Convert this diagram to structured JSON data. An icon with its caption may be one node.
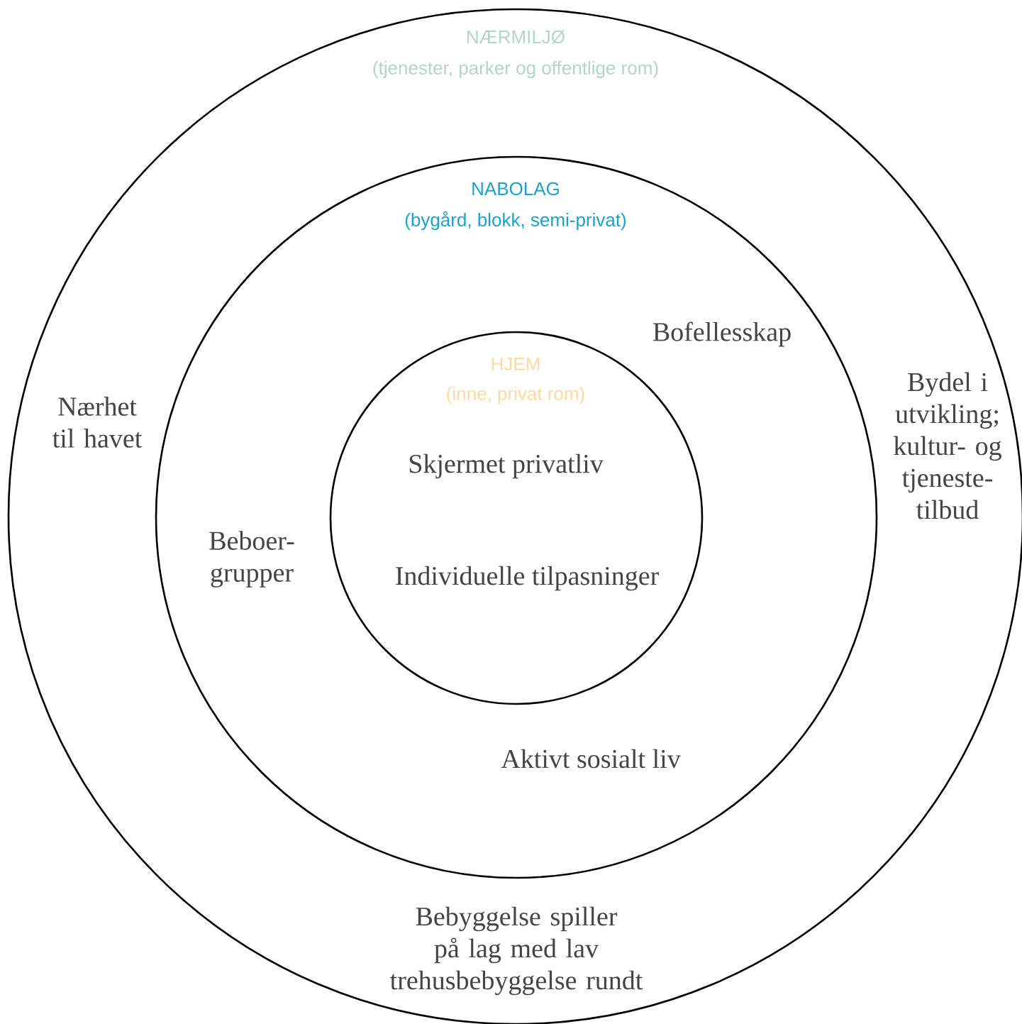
{
  "diagram": {
    "nodes": [
      {
        "text": [
          "NÆRMILJØ",
          "(tjenester, parker og offentlige rom)",
          "Nærhet til havet",
          "Bydel i utvikling; kultur- og tjeneste- tilbud",
          "Bebyggelse spiller på lag med lav trehusbebyggelse rundt"
        ]
      },
      {
        "text": [
          "NABOLAG",
          "(bygård, blokk, semi-privat)",
          "Bofellesskap",
          "Beboer- grupper",
          "Aktivt sosialt liv"
        ],
        "in": 0
      },
      {
        "text": [
          "HJEM",
          "(inne, privat rom)",
          "Skjermet privatliv",
          "Individuelle tilpasninger"
        ],
        "in": 1
      }
    ]
  }
}
